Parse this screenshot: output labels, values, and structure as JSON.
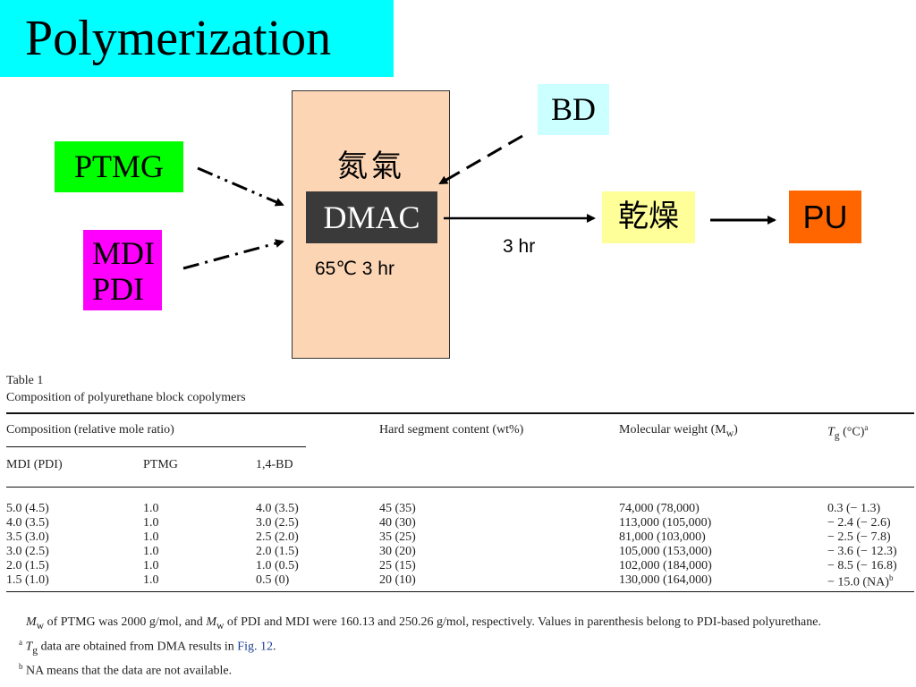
{
  "title": "Polymerization",
  "diagram": {
    "inputs": {
      "ptmg": "PTMG",
      "mdi": "MDI",
      "pdi": "PDI",
      "bd": "BD"
    },
    "reactor": {
      "atmosphere": "氮氣",
      "solvent": "DMAC",
      "conditions": "65℃   3 hr"
    },
    "step_time": "3 hr",
    "drying": "乾燥",
    "product": "PU"
  },
  "table": {
    "label": "Table 1",
    "caption": "Composition of polyurethane block copolymers",
    "group_header": "Composition (relative mole ratio)",
    "col_hard": "Hard segment content (wt%)",
    "col_mw": "Molecular weight (M",
    "col_mw_sub": "w",
    "col_mw_end": ")",
    "col_tg": "T",
    "col_tg_sub": "g",
    "col_tg_end": " (°C)",
    "col_tg_sup": "a",
    "sub_mdi": "MDI (PDI)",
    "sub_ptmg": "PTMG",
    "sub_bd": "1,4-BD",
    "rows": [
      {
        "mdi": "5.0 (4.5)",
        "ptmg": "1.0",
        "bd": "4.0 (3.5)",
        "hard": "45 (35)",
        "mw": "74,000 (78,000)",
        "tg": "0.3 (− 1.3)"
      },
      {
        "mdi": "4.0 (3.5)",
        "ptmg": "1.0",
        "bd": "3.0 (2.5)",
        "hard": "40 (30)",
        "mw": "113,000 (105,000)",
        "tg": "− 2.4 (− 2.6)"
      },
      {
        "mdi": "3.5 (3.0)",
        "ptmg": "1.0",
        "bd": "2.5 (2.0)",
        "hard": "35 (25)",
        "mw": "81,000 (103,000)",
        "tg": "− 2.5 (− 7.8)"
      },
      {
        "mdi": "3.0 (2.5)",
        "ptmg": "1.0",
        "bd": "2.0 (1.5)",
        "hard": "30 (20)",
        "mw": "105,000 (153,000)",
        "tg": "− 3.6 (− 12.3)"
      },
      {
        "mdi": "2.0 (1.5)",
        "ptmg": "1.0",
        "bd": "1.0 (0.5)",
        "hard": "25 (15)",
        "mw": "102,000 (184,000)",
        "tg": "− 8.5 (− 16.8)"
      },
      {
        "mdi": "1.5 (1.0)",
        "ptmg": "1.0",
        "bd": "0.5 (0)",
        "hard": "20 (10)",
        "mw": "130,000 (164,000)",
        "tg": "− 15.0 (NA)"
      }
    ],
    "last_row_sup": "b",
    "note_main_a": "M",
    "note_main_a_sub": "w",
    "note_main_b": " of PTMG was 2000 g/mol, and ",
    "note_main_c": "M",
    "note_main_c_sub": "w",
    "note_main_d": " of PDI and MDI were 160.13 and 250.26 g/mol, respectively. Values in parenthesis belong to PDI-based polyurethane.",
    "note_a_sup": "a",
    "note_a_t": "T",
    "note_a_sub": "g",
    "note_a_text": " data are obtained from DMA results in ",
    "note_a_link": "Fig. 12",
    "note_a_end": ".",
    "note_b_sup": "b",
    "note_b_text": " NA means that the data are not available."
  }
}
